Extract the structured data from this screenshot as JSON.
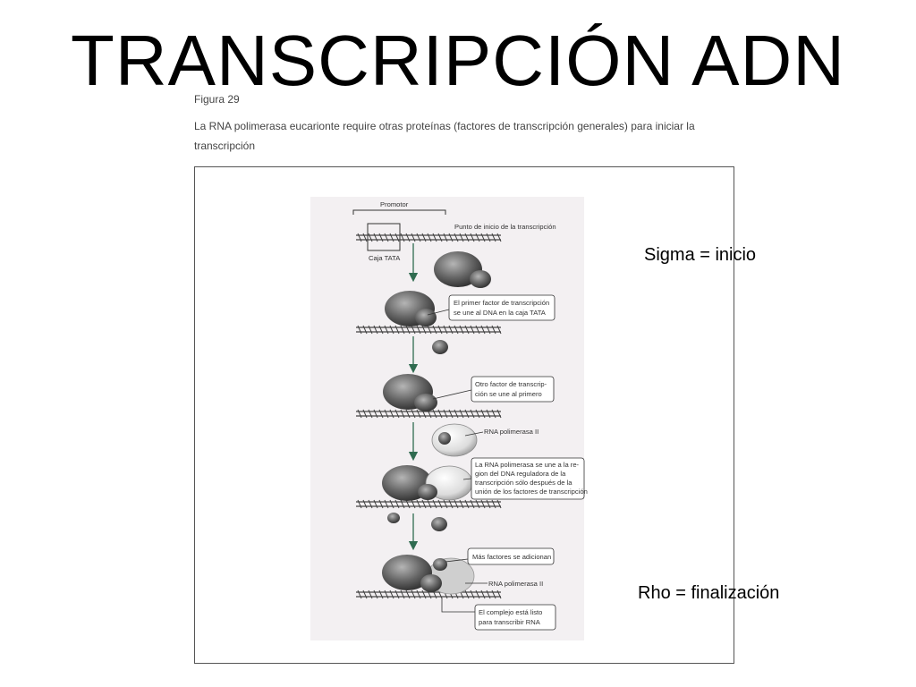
{
  "slide": {
    "title": "TRANSCRIPCIÓN ADN"
  },
  "figure": {
    "label": "Figura 29",
    "caption": "La RNA polimerasa eucarionte require otras proteínas (factores de transcripción generales) para iniciar la transcripción"
  },
  "diagram": {
    "promotor": "Promotor",
    "start_point": "Punto de inicio de la transcripción",
    "tata_box": "Caja TATA",
    "step1": [
      "El primer factor de transcripción",
      "se une al DNA en la caja TATA"
    ],
    "step2": [
      "Otro factor de transcrip-",
      "ción se une al primero"
    ],
    "rna_pol_1": "RNA polimerasa II",
    "step3": [
      "La RNA polimerasa se une a la re-",
      "gion del DNA reguladora de la",
      "transcripción sólo después de la",
      "unión de los factores de transcripción"
    ],
    "step4": "Más factores se adicionan",
    "rna_pol_2": "RNA polimerasa II",
    "step5": [
      "El complejo está listo",
      "para transcribir RNA"
    ]
  },
  "notes": {
    "sigma": "Sigma = inicio",
    "rho": "Rho = finalización"
  },
  "colors": {
    "arrow": "#2f6b50",
    "protein_dark": "#5a5a5a",
    "protein_light": "#d7d7d7",
    "dna": "#444444"
  }
}
